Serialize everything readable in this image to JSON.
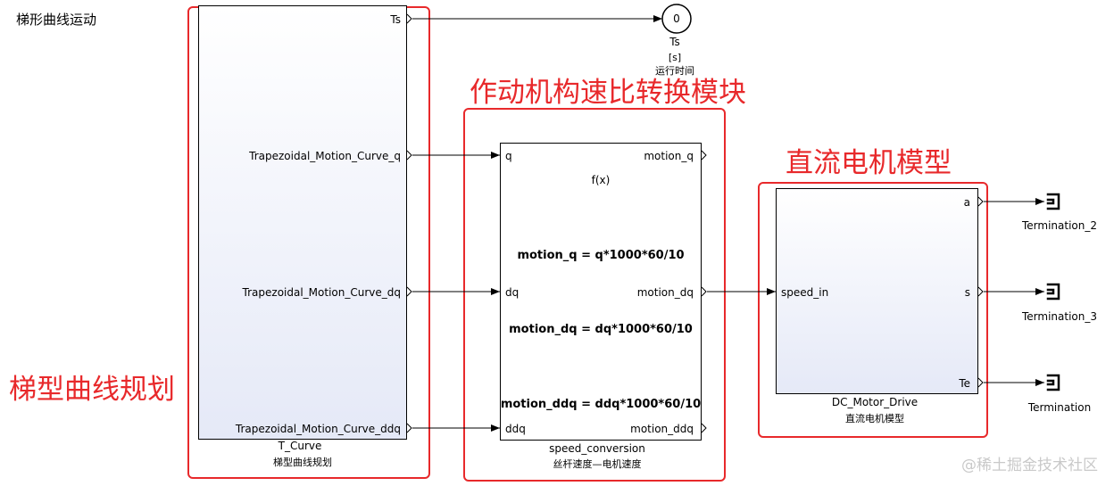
{
  "title": "梯形曲线运动",
  "regions": {
    "trajectory": "梯型曲线规划",
    "conversion": "作动机构速比转换模块",
    "motor": "直流电机模型"
  },
  "t_curve": {
    "name": "T_Curve",
    "caption": "梯型曲线规划",
    "outputs": [
      "Ts",
      "Trapezoidal_Motion_Curve_q",
      "Trapezoidal_Motion_Curve_dq",
      "Trapezoidal_Motion_Curve_ddq"
    ]
  },
  "display": {
    "value": "0",
    "name": "Ts",
    "unit": "[s]",
    "caption": "运行时间"
  },
  "speed_conversion": {
    "name": "speed_conversion",
    "caption": "丝杆速度—电机速度",
    "fx": "f(x)",
    "inputs": [
      "q",
      "dq",
      "ddq"
    ],
    "outputs": [
      "motion_q",
      "motion_dq",
      "motion_ddq"
    ],
    "equations": [
      {
        "lhs": "motion_q",
        "rhs": " = q*1000*60/10"
      },
      {
        "lhs": "motion_dq",
        "rhs": " = dq*1000*60/10"
      },
      {
        "lhs": "motion_ddq",
        "rhs": " = ddq*1000*60/10"
      }
    ]
  },
  "dc_motor": {
    "name": "DC_Motor_Drive",
    "caption": "直流电机模型",
    "input": "speed_in",
    "outputs": [
      "a",
      "s",
      "Te"
    ]
  },
  "terminators": [
    "Termination_2",
    "Termination_3",
    "Termination"
  ],
  "watermark": "@稀土掘金技术社区"
}
